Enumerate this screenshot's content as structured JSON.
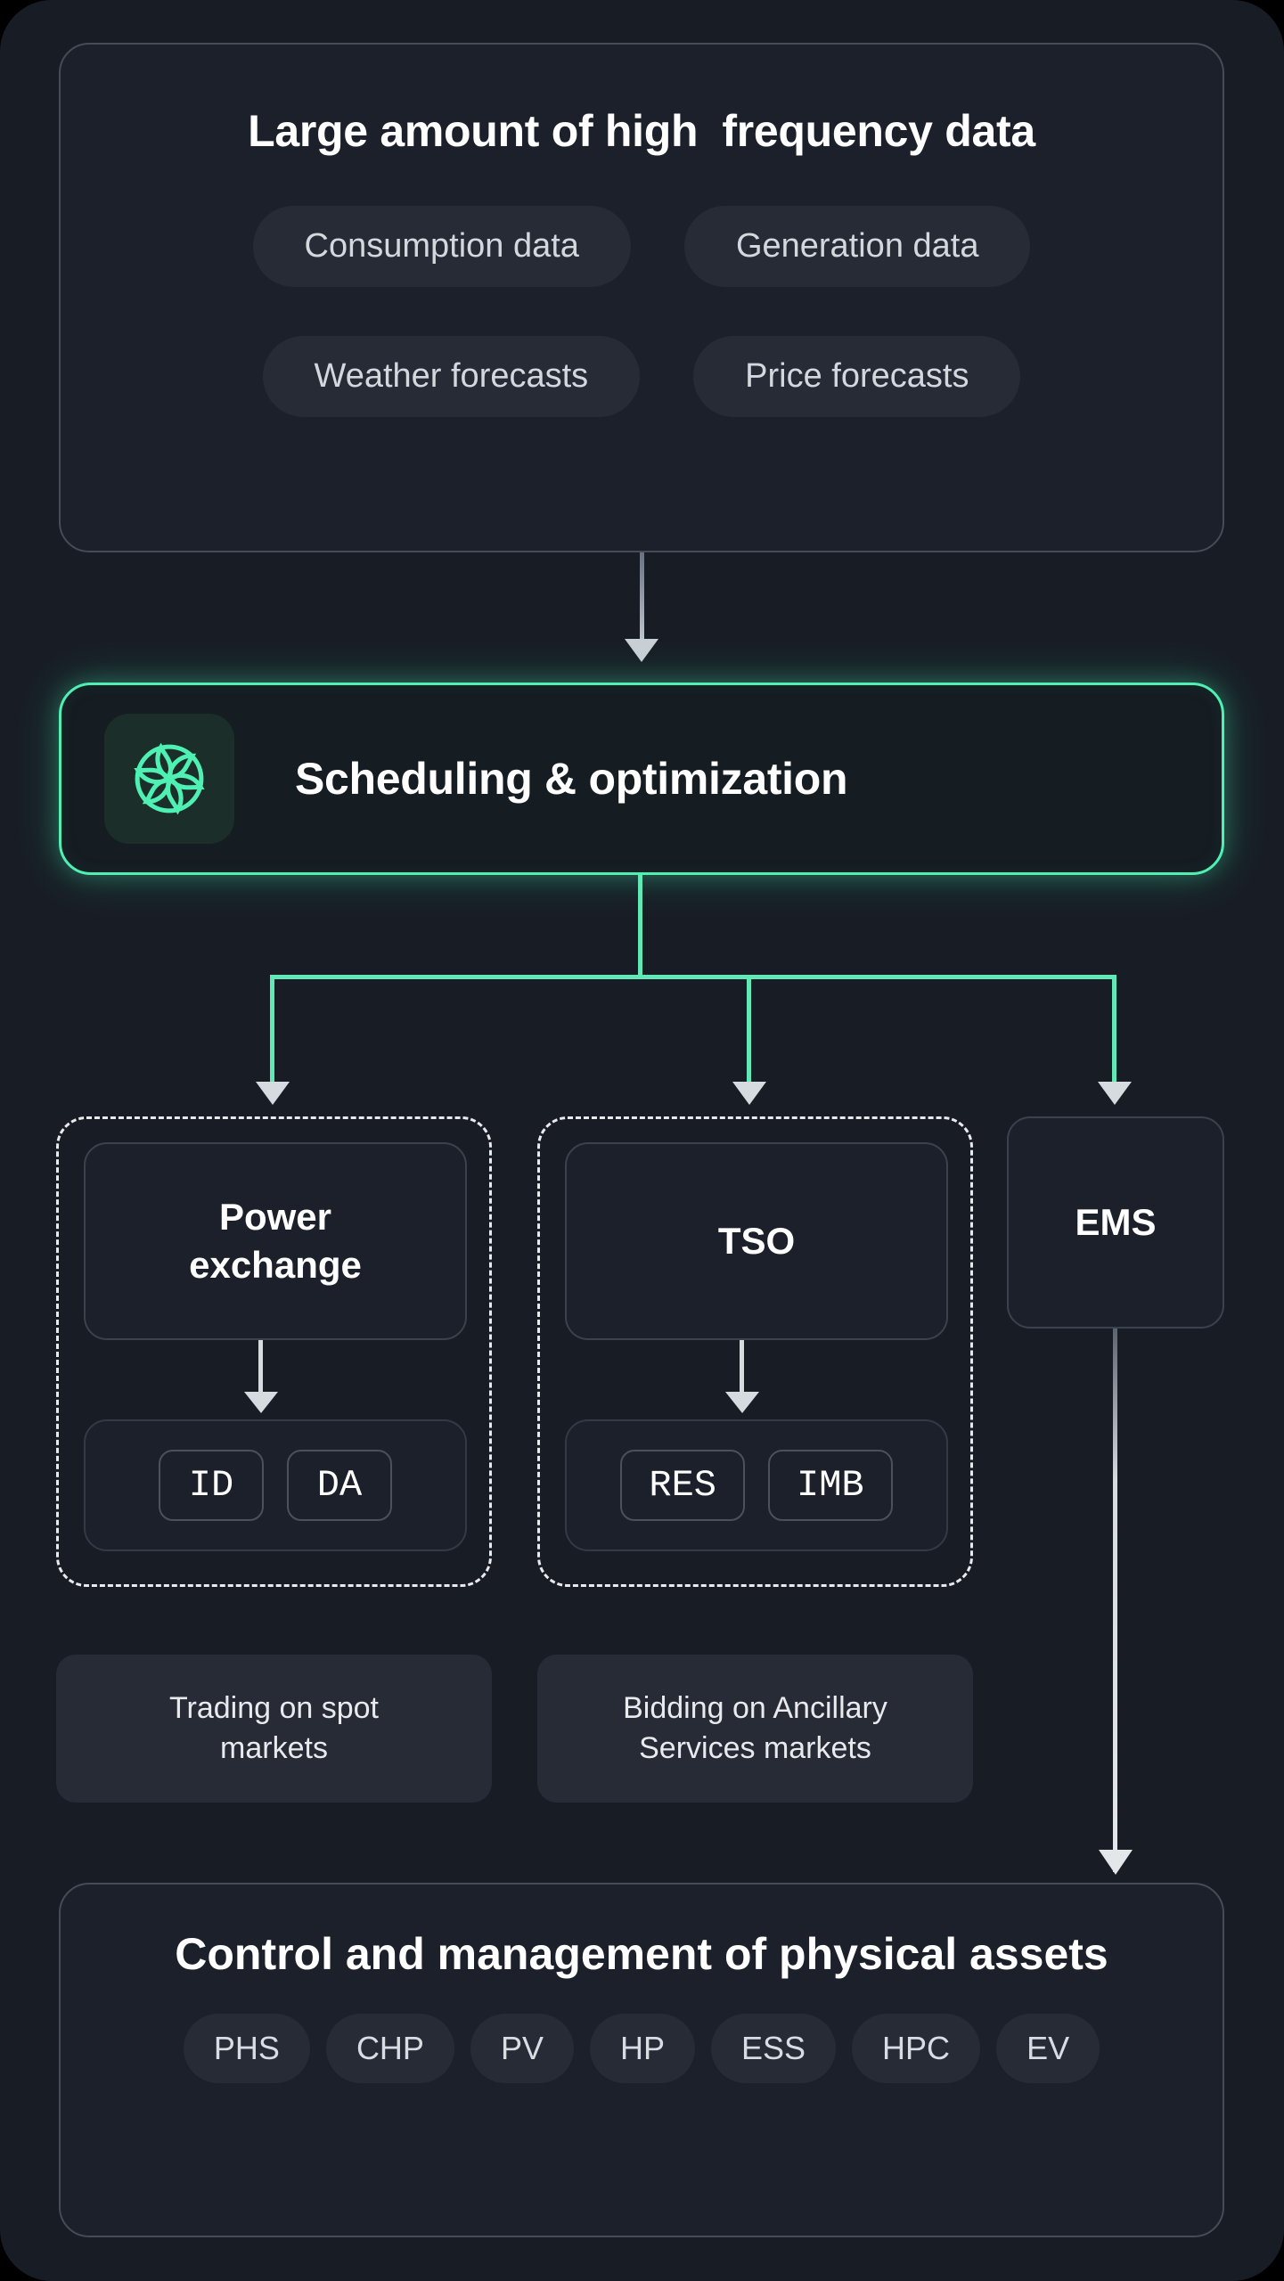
{
  "theme": {
    "background": "#181c25",
    "panel_bg": "#1b202a",
    "panel_border": "#454b57",
    "chip_bg": "#262b35",
    "accent_green": "#4ef0b4",
    "connector_green": "#62e8b6",
    "arrow_grey": "#c9cfd6",
    "text_primary": "#ffffff",
    "text_secondary": "#d3d8de",
    "icon_tile_bg": "#1b2e2a"
  },
  "data_card": {
    "title": "Large amount of high  frequency data",
    "chips_row_1": [
      "Consumption data",
      "Generation data"
    ],
    "chips_row_2": [
      "Weather forecasts",
      "Price forecasts"
    ]
  },
  "scheduling": {
    "label": "Scheduling & optimization",
    "icon": "pinwheel-spiral-icon"
  },
  "branches": {
    "power_exchange": {
      "title": "Power\nexchange",
      "title_line_1": "Power",
      "title_line_2": "exchange",
      "tags": [
        "ID",
        "DA"
      ],
      "caption": "Trading on spot markets",
      "caption_line_1": "Trading on spot",
      "caption_line_2": "markets"
    },
    "tso": {
      "title": "TSO",
      "tags": [
        "RES",
        "IMB"
      ],
      "caption": "Bidding on Ancillary Services markets",
      "caption_line_1": "Bidding on Ancillary",
      "caption_line_2": "Services markets"
    },
    "ems": {
      "title": "EMS"
    }
  },
  "control_card": {
    "title": "Control and management of physical assets",
    "assets": [
      "PHS",
      "CHP",
      "PV",
      "HP",
      "ESS",
      "HPC",
      "EV"
    ]
  }
}
